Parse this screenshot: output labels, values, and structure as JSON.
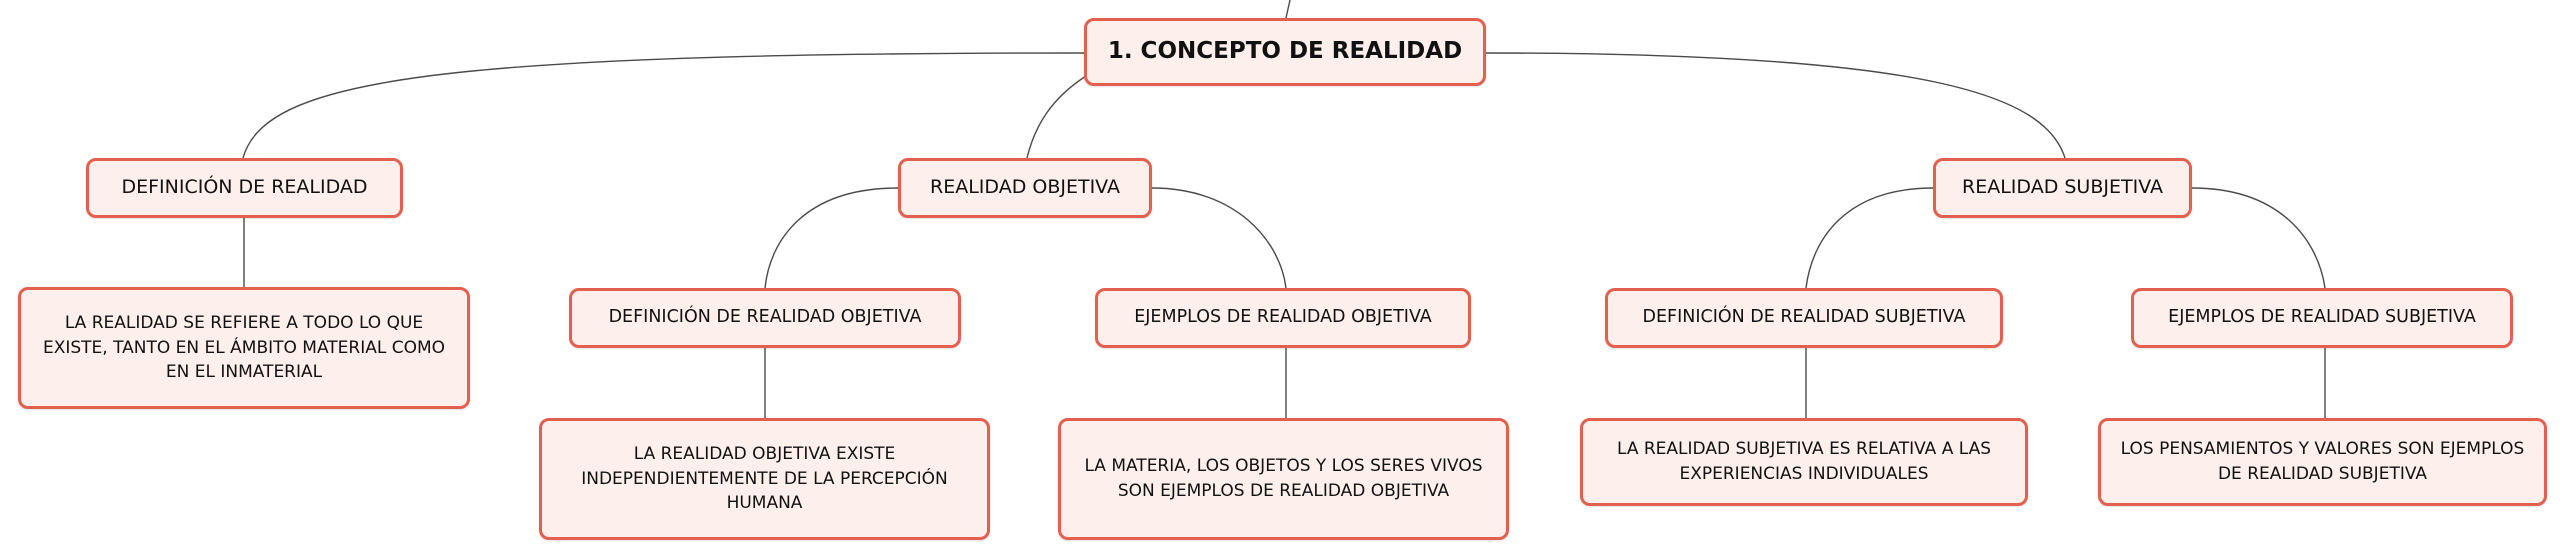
{
  "root": {
    "label": "1. CONCEPTO DE REALIDAD"
  },
  "branches": {
    "definicion": {
      "label": "DEFINICIÓN DE REALIDAD",
      "leaf": "LA REALIDAD SE REFIERE A TODO LO QUE EXISTE, TANTO EN EL ÁMBITO MATERIAL COMO EN EL INMATERIAL"
    },
    "objetiva": {
      "label": "REALIDAD OBJETIVA",
      "definicion": {
        "label": "DEFINICIÓN DE REALIDAD OBJETIVA",
        "leaf": "LA REALIDAD OBJETIVA EXISTE INDEPENDIENTEMENTE DE LA PERCEPCIÓN HUMANA"
      },
      "ejemplos": {
        "label": "EJEMPLOS DE REALIDAD OBJETIVA",
        "leaf": "LA MATERIA, LOS OBJETOS Y LOS SERES VIVOS SON EJEMPLOS DE REALIDAD OBJETIVA"
      }
    },
    "subjetiva": {
      "label": "REALIDAD SUBJETIVA",
      "definicion": {
        "label": "DEFINICIÓN DE REALIDAD SUBJETIVA",
        "leaf": "LA REALIDAD SUBJETIVA ES RELATIVA A LAS EXPERIENCIAS INDIVIDUALES"
      },
      "ejemplos": {
        "label": "EJEMPLOS DE REALIDAD SUBJETIVA",
        "leaf": "LOS PENSAMIENTOS Y VALORES SON EJEMPLOS DE REALIDAD SUBJETIVA"
      }
    }
  },
  "colors": {
    "node_fill": "#fdefeb",
    "node_border": "#e3604f",
    "connector": "#4a4a4a"
  }
}
